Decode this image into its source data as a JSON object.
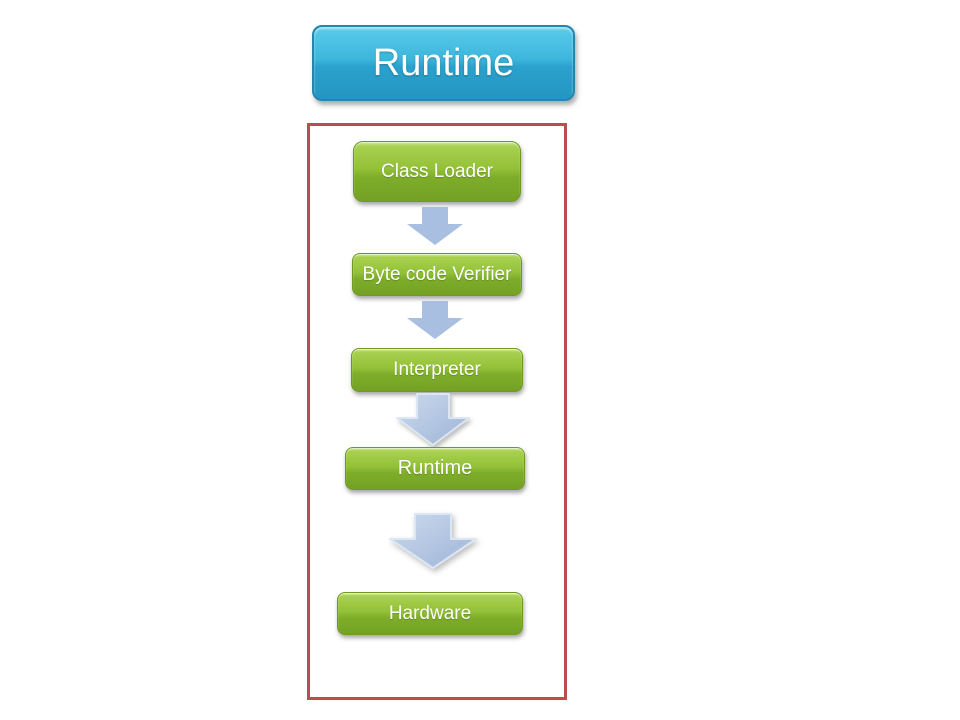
{
  "title": {
    "label": "Runtime"
  },
  "flow": {
    "steps": [
      {
        "label": "Class Loader"
      },
      {
        "label": "Byte code Verifier"
      },
      {
        "label": "Interpreter"
      },
      {
        "label": "Runtime"
      },
      {
        "label": "Hardware"
      }
    ],
    "connector": "down-arrow"
  },
  "colors": {
    "title_fill_top": "#5acbea",
    "title_fill_bottom": "#2495c1",
    "step_fill_top": "#a8d050",
    "step_fill_bottom": "#74a124",
    "arrow_fill": "#a9bfe2",
    "arrow_3d_light": "#ccd9ec",
    "arrow_3d_dark": "#9db5d8",
    "frame_border": "#bf4b4b",
    "text": "#ffffff"
  }
}
